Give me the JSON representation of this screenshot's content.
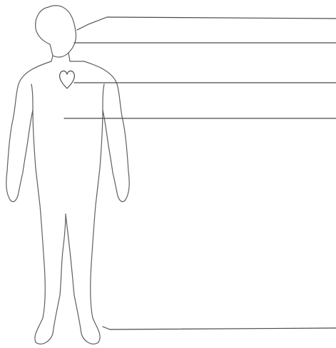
{
  "diagram": {
    "subject": "human-body-outline",
    "label_lines": [
      {
        "id": "eye",
        "text": ""
      },
      {
        "id": "mouth",
        "text": ""
      },
      {
        "id": "heart",
        "text": ""
      },
      {
        "id": "stomach",
        "text": ""
      },
      {
        "id": "feet",
        "text": ""
      }
    ],
    "colors": {
      "outline": "#5f5f5f",
      "leader": "#4a4a4a",
      "background": "#ffffff"
    }
  }
}
